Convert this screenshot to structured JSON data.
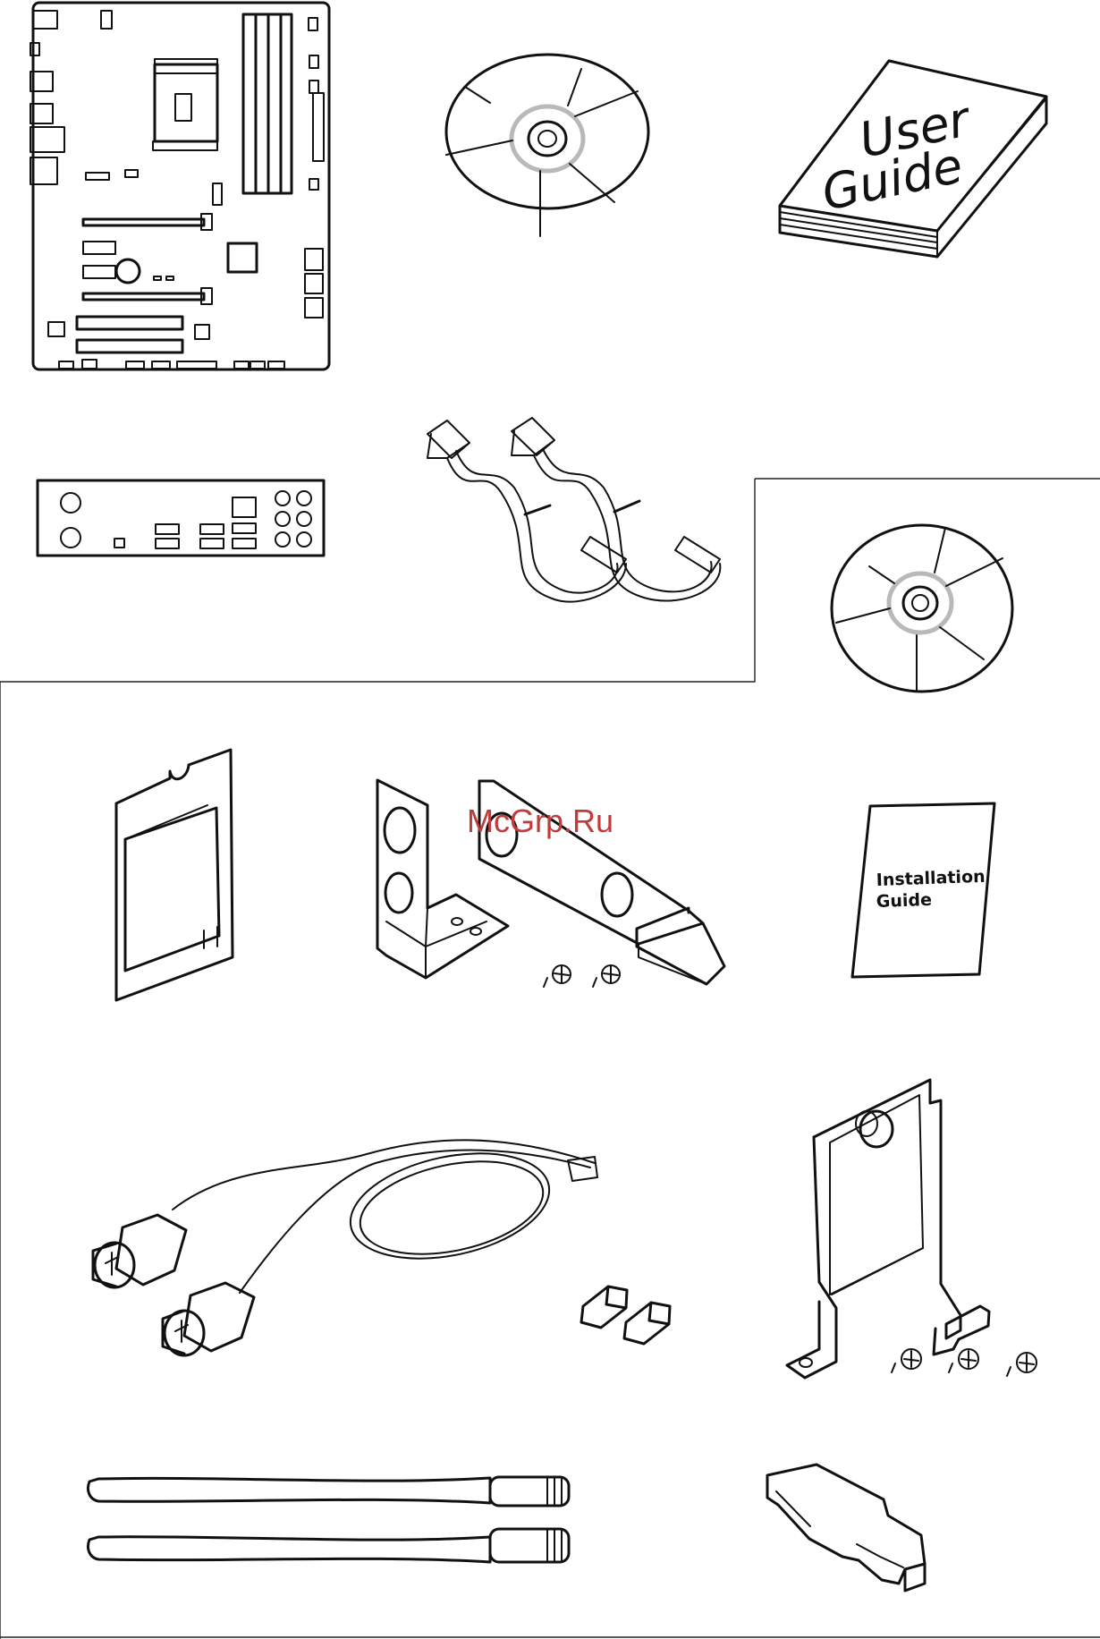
{
  "user_guide": {
    "line1": "User",
    "line2": "Guide"
  },
  "installation_guide": {
    "line1": "Installation",
    "line2": "Guide"
  },
  "watermark": {
    "text": "McGrp.Ru",
    "color": "#c23b3b"
  },
  "colors": {
    "line": "#111111",
    "disc_ring": "#b9b9b9",
    "background": "#ffffff"
  },
  "items": [
    {
      "name": "motherboard-icon"
    },
    {
      "name": "driver-dvd-icon"
    },
    {
      "name": "user-guide-book-icon"
    },
    {
      "name": "io-shield-icon"
    },
    {
      "name": "sata-cables-icon"
    },
    {
      "name": "wifi-driver-dvd-icon"
    },
    {
      "name": "wifi-module-card-icon"
    },
    {
      "name": "mounting-brackets-icon"
    },
    {
      "name": "installation-guide-icon"
    },
    {
      "name": "antenna-cables-icon"
    },
    {
      "name": "cable-clips-icon"
    },
    {
      "name": "card-bracket-icon"
    },
    {
      "name": "antennas-icon"
    },
    {
      "name": "io-cover-icon"
    }
  ]
}
